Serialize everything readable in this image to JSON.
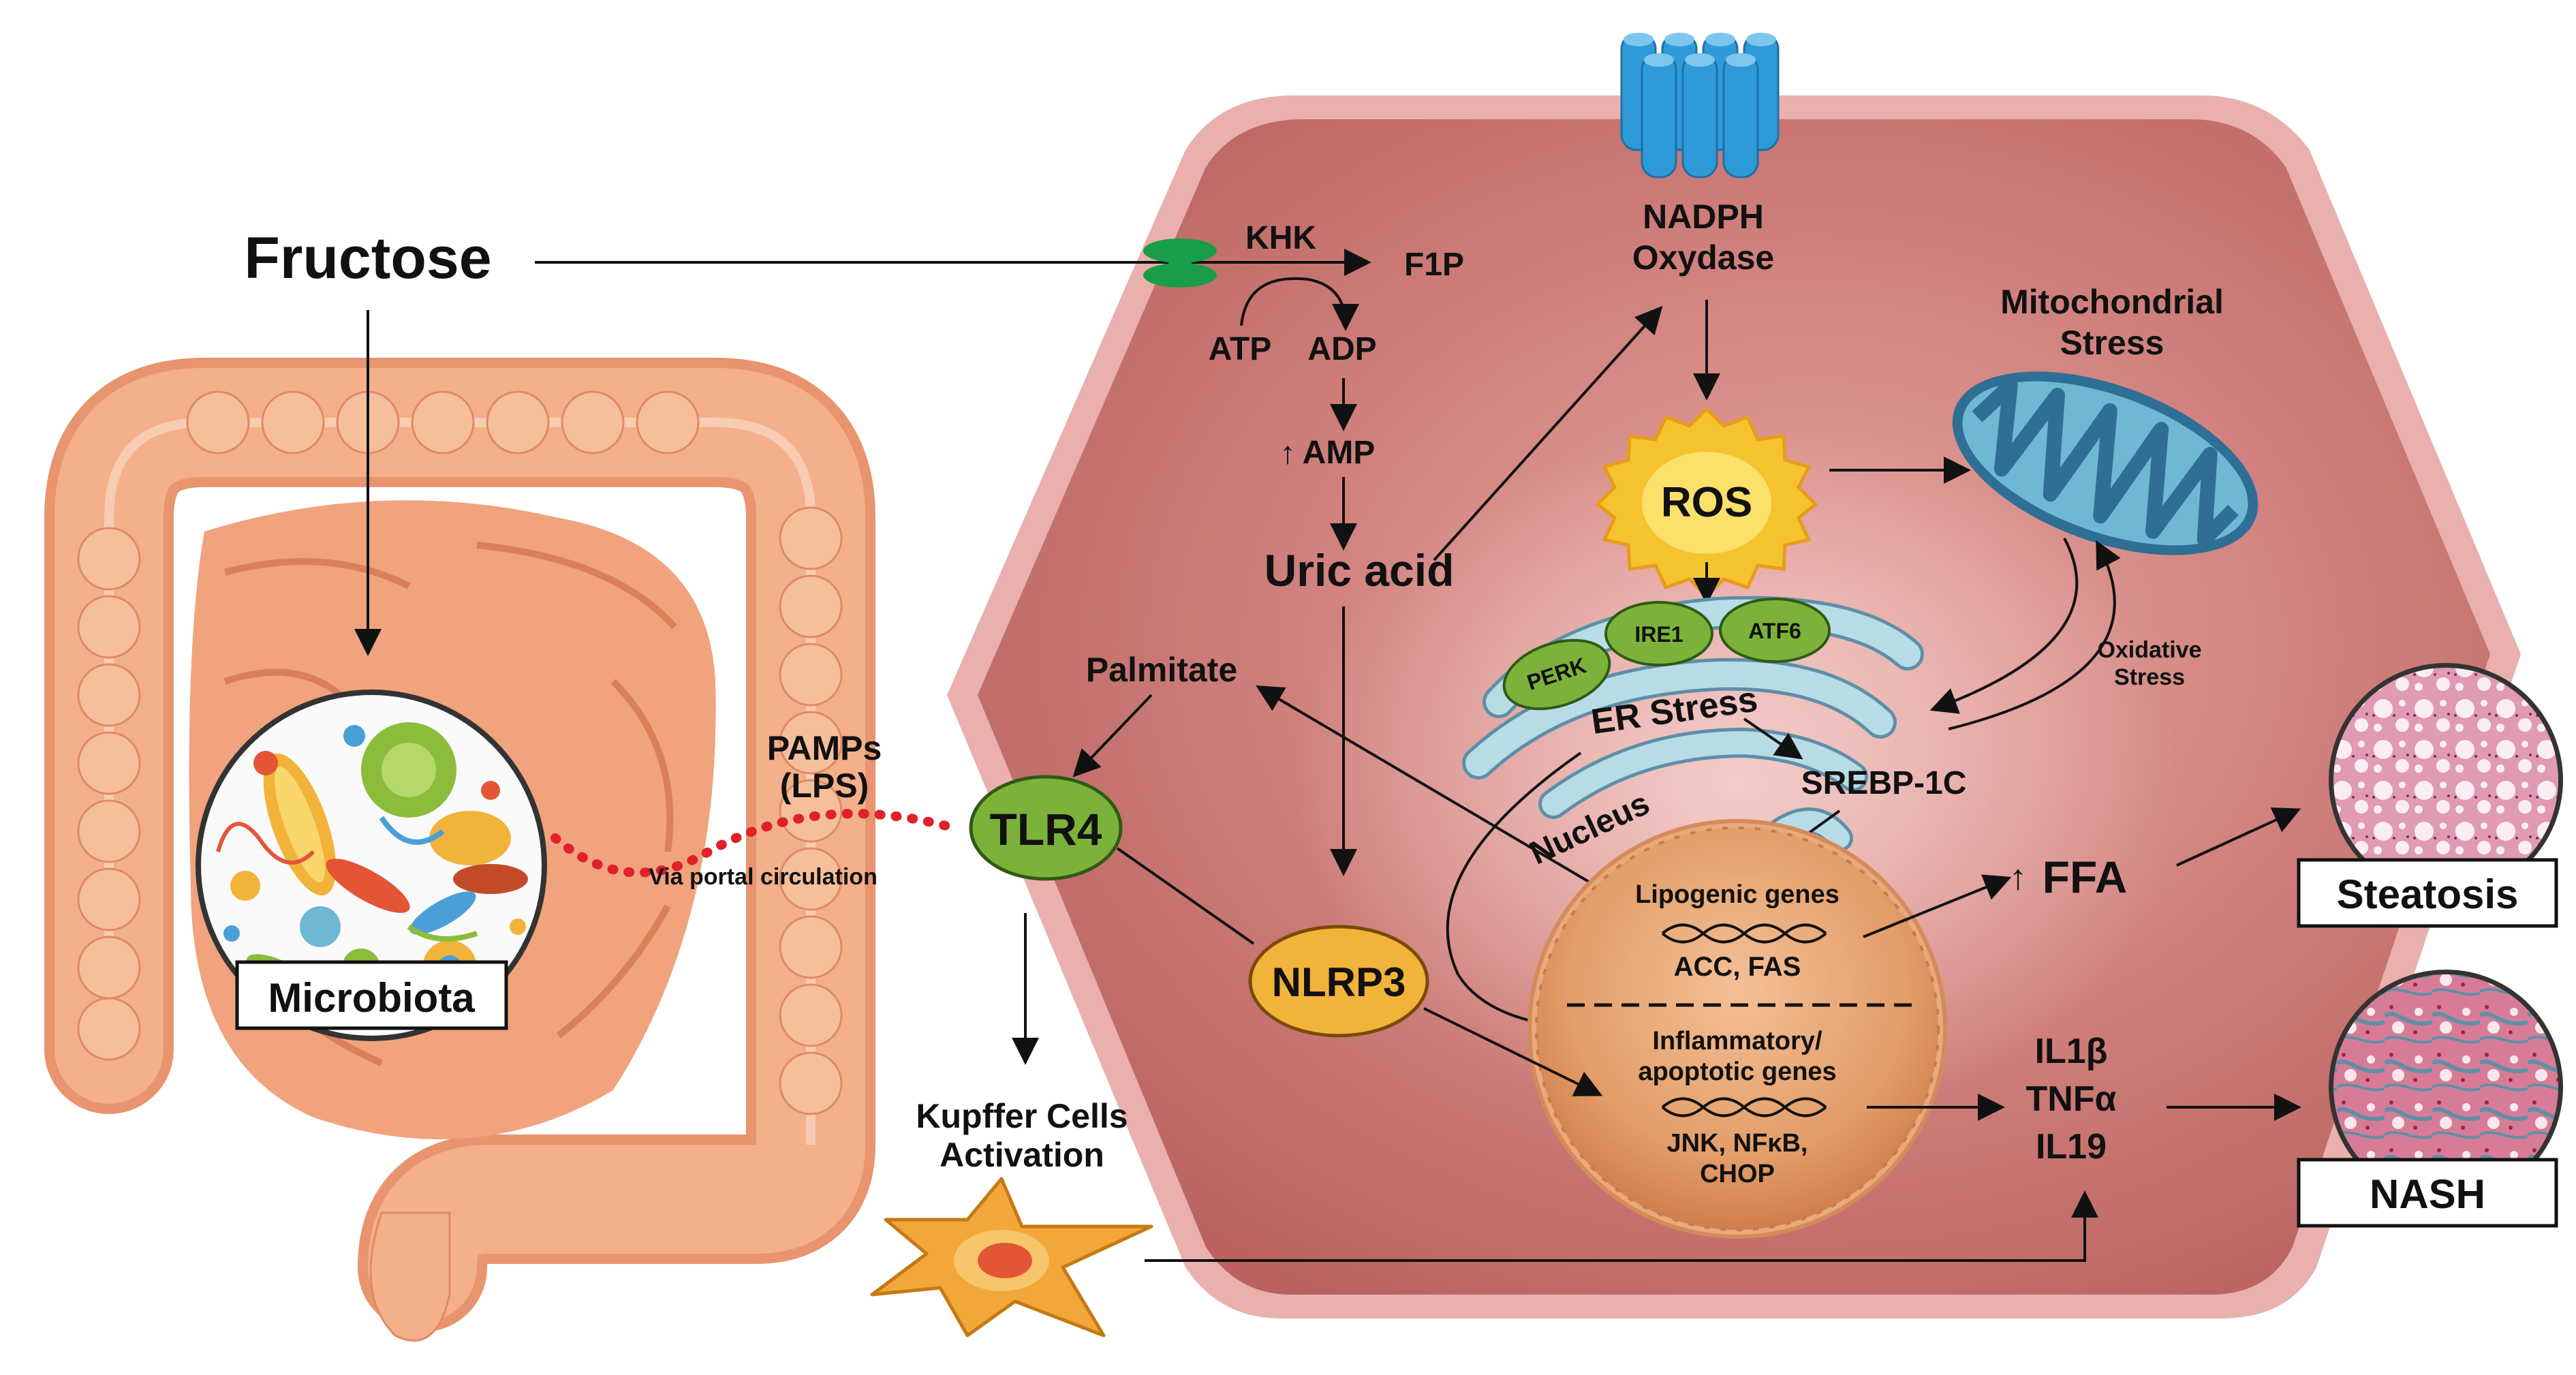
{
  "labels": {
    "fructose": "Fructose",
    "microbiota": "Microbiota",
    "pamps": "PAMPs",
    "lps": "(LPS)",
    "portal": "Via portal circulation",
    "tlr4": "TLR4",
    "kupffer1": "Kupffer Cells",
    "kupffer2": "Activation",
    "khk": "KHK",
    "f1p": "F1P",
    "atp": "ATP",
    "adp": "ADP",
    "amp": "AMP",
    "amp_arrow": "↑",
    "uric": "Uric acid",
    "nadph1": "NADPH",
    "nadph2": "Oxydase",
    "ros": "ROS",
    "mito1": "Mitochondrial",
    "mito2": "Stress",
    "oxid1": "Oxidative",
    "oxid2": "Stress",
    "perk": "PERK",
    "ire1": "IRE1",
    "atf6": "ATF6",
    "er": "ER Stress",
    "srebp": "SREBP-1C",
    "palmitate": "Palmitate",
    "nucleus": "Nucleus",
    "lipo": "Lipogenic genes",
    "accfas": "ACC, FAS",
    "inflam1": "Inflammatory/",
    "inflam2": "apoptotic genes",
    "jnk": "JNK, NFκB,",
    "chop": "CHOP",
    "nlrp3": "NLRP3",
    "ffa_arrow": "↑",
    "ffa": "FFA",
    "il1b": "IL1β",
    "tnfa": "TNFα",
    "il19": "IL19",
    "steatosis": "Steatosis",
    "nash": "NASH"
  },
  "colors": {
    "cell": "#c9706e",
    "cell_border": "#e8a9a6",
    "intestine": "#f3b08a",
    "tlr4": "#7cb23a",
    "nlrp3": "#f2b33a",
    "ros": "#f6c330",
    "er_protein": "#7cb23a",
    "er_membrane": "#b8dce6",
    "mito": "#6fb8d4",
    "nucleus": "#e29a66",
    "channel": "#2e9ad8"
  }
}
